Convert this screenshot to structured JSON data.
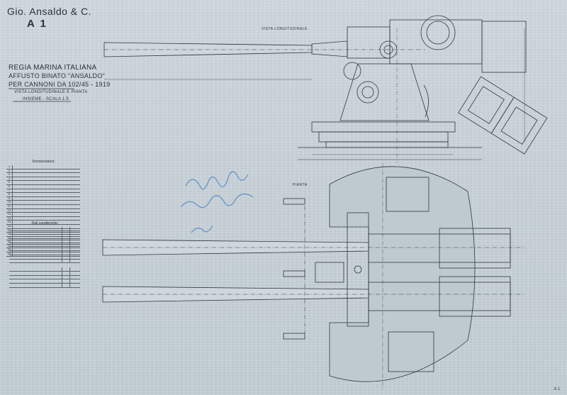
{
  "header": {
    "firm": "Gio. Ansaldo & C.",
    "sheet_no": "A 1"
  },
  "title_block": {
    "line1": "REGIA MARINA ITALIANA",
    "line2": "AFFUSTO BINATO \"ANSALDO\"",
    "line3": "PER CANNONI DA 102/45 - 1919",
    "line4": "VISTA LONGITUDINALE E PIANTA",
    "line5": "INSIEME - SCALA 1:5"
  },
  "views": {
    "side": "VISTA LONGITUDINALE",
    "plan": "PIANTA"
  },
  "legend": {
    "title": "Nomenclatura",
    "items": [
      "1",
      "2",
      "3",
      "4",
      "5",
      "6",
      "7",
      "8",
      "9",
      "10",
      "11",
      "12",
      "13",
      "14",
      "15",
      "16",
      "17",
      "18",
      "19",
      "20",
      "21",
      "22",
      "23"
    ]
  },
  "data_table": {
    "title": "Dati caratteristici",
    "rows_a": 9,
    "rows_b": 5
  },
  "corner_mark": "A 1",
  "colors": {
    "paper": "#c9d3d8",
    "ink": "#2b3336",
    "blue_pencil": "#4a86c8"
  }
}
